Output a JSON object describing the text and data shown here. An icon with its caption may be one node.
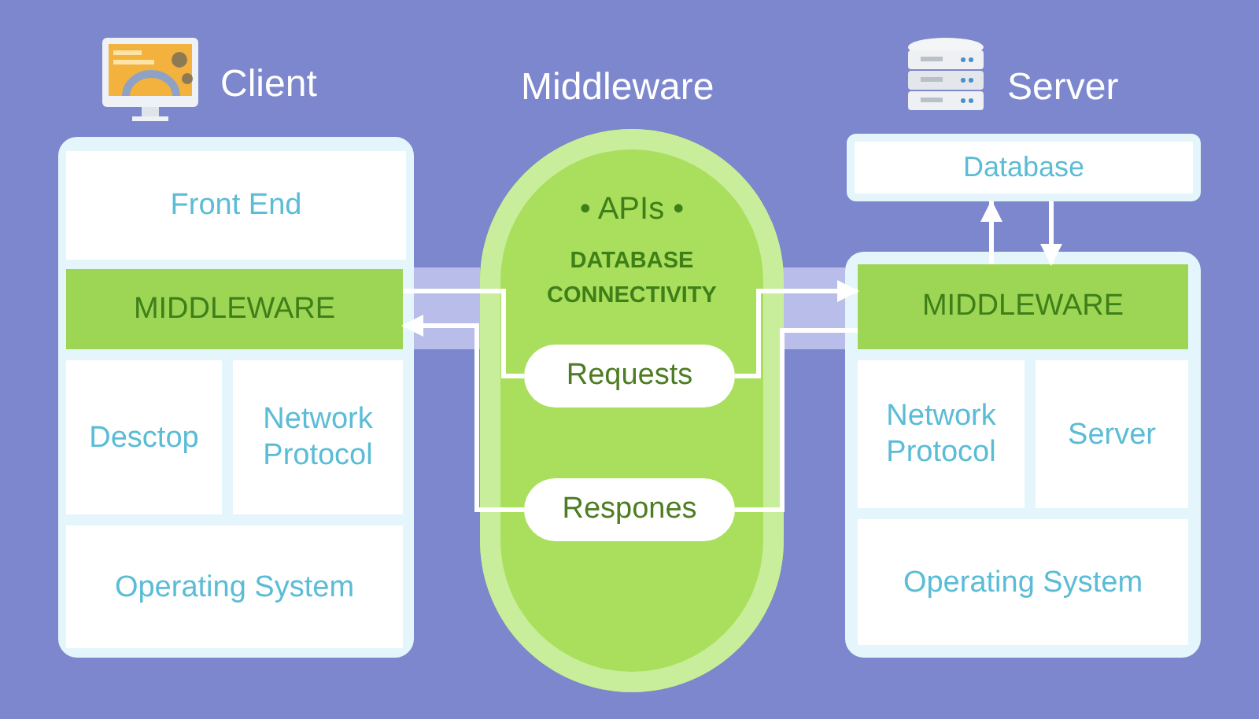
{
  "diagram": {
    "nodes": [
      {
        "text": [],
        "shape": "box"
      },
      {
        "text": [
          "Front End"
        ],
        "in": 0
      },
      {
        "text": [
          "MIDDLEWARE"
        ],
        "in": 0
      },
      {
        "text": [
          "Desctop"
        ],
        "in": 0
      },
      {
        "text": [
          "Network Protocol"
        ],
        "in": 0
      },
      {
        "text": [
          "Operating System"
        ],
        "in": 0
      },
      {
        "text": [
          "• APIs •",
          "DATABASE CONNECTIVITY"
        ]
      },
      {
        "text": [
          "Requests"
        ],
        "in": 6
      },
      {
        "text": [
          "Respones"
        ],
        "in": 6
      },
      {
        "text": [
          "Database"
        ]
      },
      {
        "text": [],
        "shape": "box"
      },
      {
        "text": [
          "MIDDLEWARE"
        ],
        "in": 10
      },
      {
        "text": [
          "Network Protocol"
        ],
        "in": 10
      },
      {
        "text": [
          "Server"
        ],
        "in": 10
      },
      {
        "text": [
          "Operating System"
        ],
        "in": 10
      }
    ],
    "edges": [
      {
        "from": 2,
        "to": 7,
        "arrow": "none"
      },
      {
        "from": 7,
        "to": 11,
        "arrow": "to"
      },
      {
        "from": 11,
        "to": 8,
        "arrow": "none"
      },
      {
        "from": 8,
        "to": 2,
        "arrow": "to"
      },
      {
        "from": 11,
        "to": 9,
        "arrow": "to"
      },
      {
        "from": 9,
        "to": 11,
        "arrow": "to"
      }
    ],
    "labels": [
      "Client",
      "Middleware",
      "Server"
    ]
  }
}
